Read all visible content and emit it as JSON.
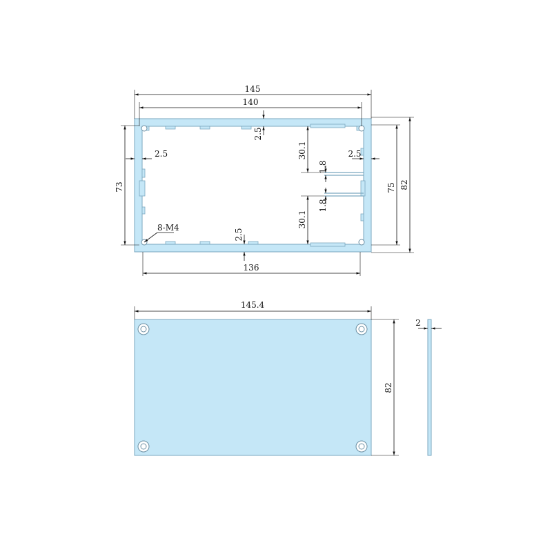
{
  "colors": {
    "profile_fill": "#c5e7f7",
    "outline": "#7aa7bf",
    "dimension": "#111111"
  },
  "profile_view": {
    "width_outer": "145",
    "width_inner": "140",
    "width_bottom": "136",
    "height_outer": "82",
    "height_mid": "75",
    "height_left": "73",
    "wall_top": "2.5",
    "wall_left": "2.5",
    "wall_right": "2.5",
    "wall_bottom": "2.5",
    "slot_upper": "30.1",
    "slot_lower": "30.1",
    "gap_upper": "1.8",
    "gap_lower": "1.8",
    "screw_note": "8-M4"
  },
  "end_plate": {
    "width": "145.4",
    "height": "82"
  },
  "side_view": {
    "thickness": "2"
  }
}
